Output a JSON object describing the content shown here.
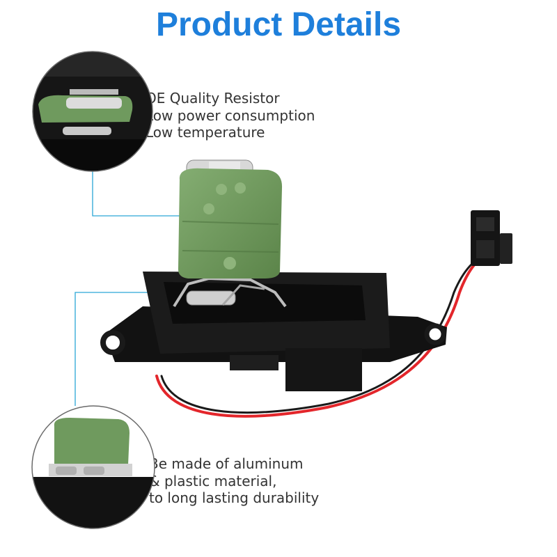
{
  "title": "Product Details",
  "colors": {
    "title": "#1e7fdb",
    "leader_line": "#2aa6d6",
    "resistor_green": "#6f9a5e",
    "housing_black": "#141414",
    "wire_red": "#e3262b",
    "wire_black": "#1a1a1a"
  },
  "features_top": [
    "OE Quality Resistor",
    "Low power consumption",
    "Low temperature"
  ],
  "features_bottom": [
    "Be made of aluminum",
    "& plastic material,",
    "to long lasting durability"
  ]
}
